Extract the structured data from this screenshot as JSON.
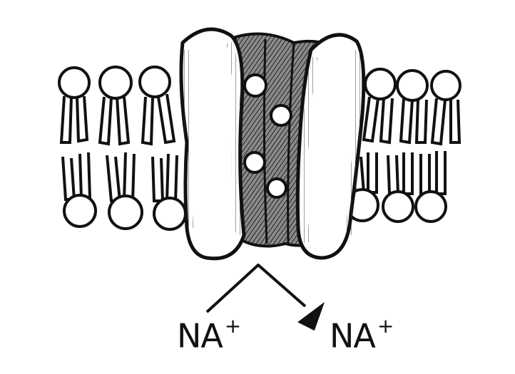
{
  "labels": {
    "left": {
      "text": "NA",
      "charge": "+"
    },
    "right": {
      "text": "NA",
      "charge": "+"
    }
  },
  "colors": {
    "ink": "#111111",
    "paper": "#ffffff",
    "shading": "#555555"
  },
  "icons": {
    "arrow": "curved-arrow"
  }
}
